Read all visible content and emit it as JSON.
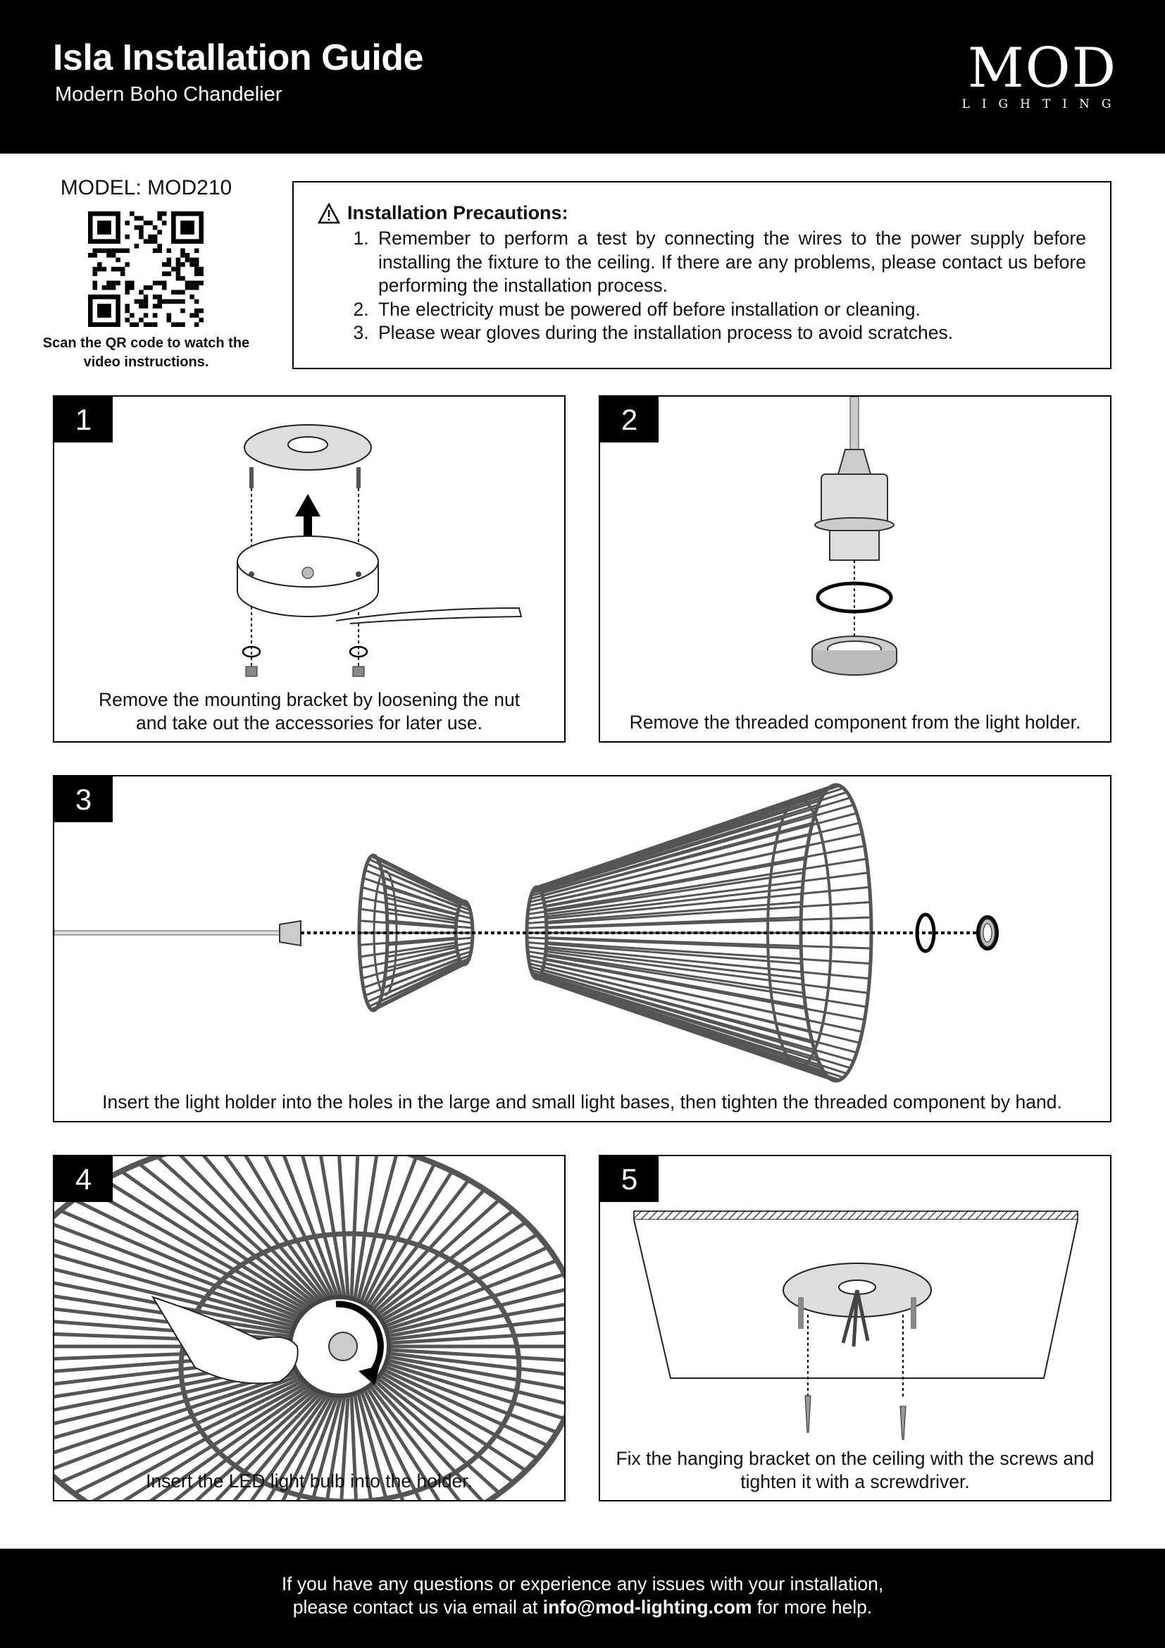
{
  "header": {
    "title": "Isla Installation Guide",
    "subtitle": "Modern Boho Chandelier",
    "logo": {
      "main": "MOD",
      "sub": "LIGHTING"
    }
  },
  "model": {
    "label": "MODEL: MOD210",
    "qr_caption": "Scan the QR code to watch the video instructions."
  },
  "precautions": {
    "icon": "warning-icon",
    "title": "Installation Precautions:",
    "items": [
      "Remember to perform a test by connecting the wires to the power supply before installing the fixture to the ceiling. If there are any problems, please contact us before performing the installation process.",
      "The electricity must be powered off before installation or cleaning.",
      "Please wear gloves during the installation process to avoid scratches."
    ]
  },
  "steps": [
    {
      "number": "1",
      "caption": "Remove the mounting bracket by loosening the nut and take out the accessories for later use."
    },
    {
      "number": "2",
      "caption": "Remove the threaded component from the light holder."
    },
    {
      "number": "3",
      "caption": "Insert the light holder into the holes in the large and small light bases, then tighten the threaded component by hand."
    },
    {
      "number": "4",
      "caption": "Insert the LED light bulb into the holder."
    },
    {
      "number": "5",
      "caption": "Fix the hanging bracket on the ceiling with the screws and tighten it with a screwdriver."
    }
  ],
  "footer": {
    "line1": "If you have any questions or experience any issues with your installation,",
    "line2_prefix": "please contact us via email at ",
    "email": "info@mod-lighting.com",
    "line2_suffix": " for more help."
  }
}
